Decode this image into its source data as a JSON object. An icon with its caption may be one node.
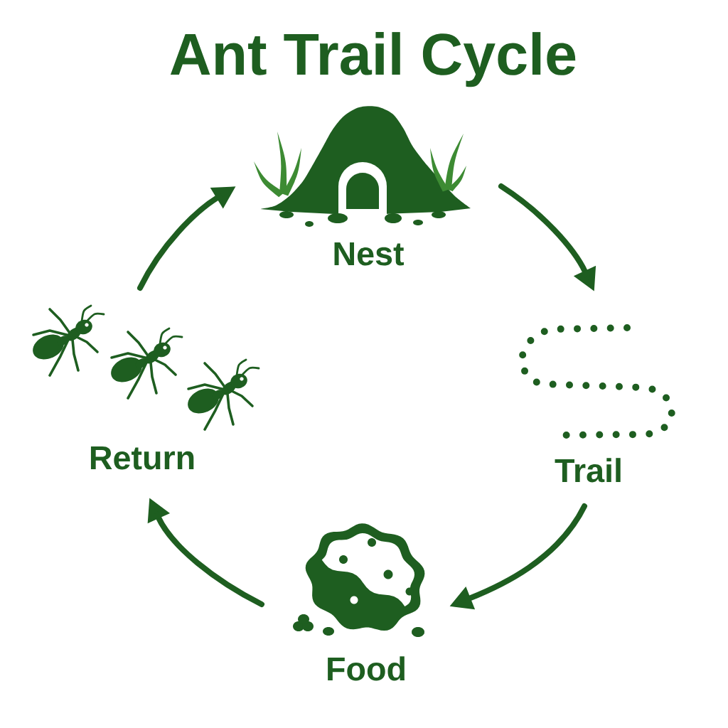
{
  "diagram": {
    "title": "Ant Trail Cycle",
    "nodes": [
      {
        "text": [
          "Nest"
        ]
      },
      {
        "text": [
          "Trail"
        ]
      },
      {
        "text": [
          "Food"
        ]
      },
      {
        "text": [
          "Return"
        ]
      }
    ],
    "edges": [
      {
        "from": 0,
        "to": 1,
        "arrow": "to"
      },
      {
        "from": 1,
        "to": 2,
        "arrow": "to"
      },
      {
        "from": 2,
        "to": 3,
        "arrow": "to"
      },
      {
        "from": 3,
        "to": 0,
        "arrow": "to"
      }
    ]
  }
}
